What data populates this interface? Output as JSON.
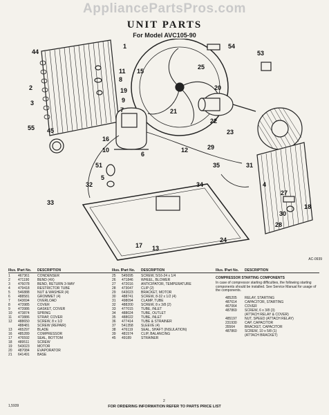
{
  "watermark": "AppliancePartsPros.com",
  "header": {
    "title": "UNIT PARTS",
    "model_prefix": "For Model",
    "model": "AVC105-90"
  },
  "diagram": {
    "callouts": [
      "44",
      "1",
      "54",
      "2",
      "15",
      "25",
      "53",
      "3",
      "11",
      "8",
      "19",
      "9",
      "7",
      "20",
      "21",
      "22",
      "23",
      "55",
      "45",
      "16",
      "10",
      "6",
      "29",
      "12",
      "51",
      "5",
      "35",
      "31",
      "32",
      "34",
      "4",
      "33",
      "27",
      "18",
      "30",
      "28",
      "17",
      "24",
      "13"
    ],
    "ref_code": "AC-0939"
  },
  "table": {
    "headers": {
      "num": "Illus. No.",
      "part": "Part No.",
      "desc": "DESCRIPTION"
    },
    "col1": [
      [
        "1",
        "467361",
        "CONDENSER"
      ],
      [
        "2",
        "471190",
        "BEND (4X)"
      ],
      [
        "3",
        "476078",
        "BEND, RETURN 3-WAY"
      ],
      [
        "4",
        "479418",
        "RESTRICTOR TUBE"
      ],
      [
        "5",
        "546888",
        "NUT & WASHER (4)"
      ],
      [
        "6",
        "488581",
        "GROMMET (4)"
      ],
      [
        "7",
        "643694",
        "OVERLOAD"
      ],
      [
        "8",
        "473985",
        "COVER"
      ],
      [
        "9",
        "473986",
        "GASKET, COVER"
      ],
      [
        "10",
        "473874",
        "SPRING"
      ],
      [
        "11",
        "473886",
        "STRAP, COVER"
      ],
      [
        "12",
        "488650",
        "SCREW, 8 x 1/2"
      ],
      [
        "",
        "488481",
        "SCREW (REPAIR)"
      ],
      [
        "13",
        "465297",
        "BLADE"
      ],
      [
        "16",
        "485289",
        "COMPRESSOR"
      ],
      [
        "17",
        "476592",
        "SEAL, BOTTOM"
      ],
      [
        "18",
        "489511",
        "SCREW"
      ],
      [
        "19",
        "543023",
        "MOTOR"
      ],
      [
        "20",
        "487084",
        "EVAPORATOR"
      ],
      [
        "21",
        "641491",
        "BASE"
      ]
    ],
    "col2": [
      [
        "25",
        "545695",
        "SCREW, 5/16-24 x 1/4"
      ],
      [
        "26",
        "471846",
        "WHEEL, BLOWER"
      ],
      [
        "27",
        "472016",
        "ANTICIPATOR, TEMPERATURE"
      ],
      [
        "28",
        "473047",
        "CLIP (2)"
      ],
      [
        "29",
        "643023",
        "BRACKET, MOTOR"
      ],
      [
        "30",
        "488741",
        "SCREW, 8-32 x 1/2 (4)"
      ],
      [
        "31",
        "498094",
        "CLAMP, TUBE"
      ],
      [
        "32",
        "488200",
        "SCREW, 8 x 3/8 (2)"
      ],
      [
        "33",
        "477015",
        "TUBE, INLET"
      ],
      [
        "34",
        "488024",
        "TUBE, OUTLET"
      ],
      [
        "35",
        "488022",
        "TUBE, INLET"
      ],
      [
        "36",
        "477414",
        "TUBE & STRAINER"
      ],
      [
        "37",
        "541358",
        "SLEEVE (4)"
      ],
      [
        "38",
        "476119",
        "SEAL, SHAFT (INSULATION)"
      ],
      [
        "39",
        "481574",
        "CLIP, BALANCING"
      ],
      [
        "45",
        "49189",
        "STRAINER"
      ]
    ],
    "col3_title": "COMPRESSOR STARTING COMPONENTS",
    "col3_note": "In case of compressor starting difficulties, the following starting components should be installed. See Service Manual for usage of the components.",
    "col3": [
      [
        "",
        "485205",
        "RELAY, STARTING"
      ],
      [
        "",
        "487614",
        "CAPACITOR, STARTING"
      ],
      [
        "",
        "467064",
        "COVER"
      ],
      [
        "",
        "487869",
        "SCREW, 6 x 3/8 (3)"
      ],
      [
        "",
        "",
        "(ATTACH RELAY & COVER)"
      ],
      [
        "",
        "485197",
        "NUT, SPEED (ATTACH RELAY)"
      ],
      [
        "",
        "231930",
        "CAP, CAPACITOR"
      ],
      [
        "",
        "35564",
        "BRACKET, CAPACITOR"
      ],
      [
        "",
        "487860",
        "SCREW, 10 x 5/8 (1)"
      ],
      [
        "",
        "",
        "(ATTACH BRACKET)"
      ]
    ]
  },
  "footer": {
    "text": "FOR ORDERING INFORMATION REFER TO PARTS PRICE LIST",
    "page": "2",
    "code": "1,5939"
  }
}
